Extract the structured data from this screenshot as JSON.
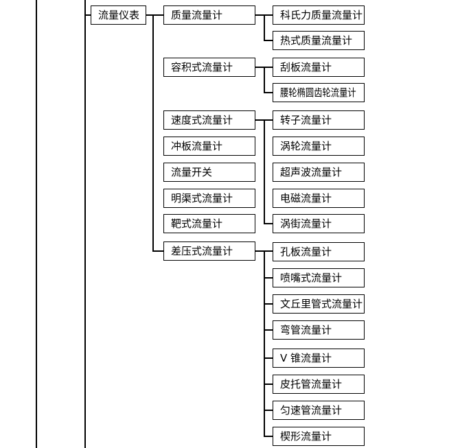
{
  "diagram": {
    "type": "tree",
    "title": "",
    "root": {
      "label": "流量仪表"
    },
    "level2": [
      {
        "label": "质量流量计",
        "children": [
          "科氏力质量流量计",
          "热式质量流量计"
        ]
      },
      {
        "label": "容积式流量计",
        "children": [
          "刮板流量计",
          "腰轮椭圆齿轮流量计"
        ]
      },
      {
        "label": "速度式流量计",
        "children": [
          "转子流量计",
          "涡轮流量计",
          "超声波流量计",
          "电磁流量计",
          "涡街流量计"
        ]
      },
      {
        "label": "冲板流量计",
        "children": []
      },
      {
        "label": "流量开关",
        "children": []
      },
      {
        "label": "明渠式流量计",
        "children": []
      },
      {
        "label": "靶式流量计",
        "children": []
      },
      {
        "label": "差压式流量计",
        "children": [
          "孔板流量计",
          "喷嘴式流量计",
          "文丘里管式流量计",
          "弯管流量计",
          "V 锥流量计",
          "皮托管流量计",
          "匀速管流量计",
          "楔形流量计"
        ]
      }
    ],
    "colors": {
      "line": "#000000",
      "box_border": "#000000",
      "text": "#000000",
      "background": "#ffffff"
    }
  }
}
